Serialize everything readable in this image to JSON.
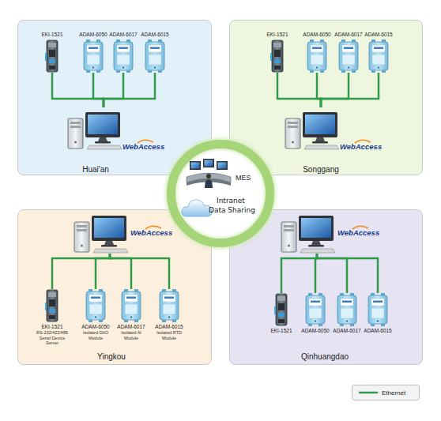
{
  "diagram": {
    "nodes": [
      {
        "text": [
          "Huai'an"
        ]
      },
      {
        "text": [
          "EKI-1521"
        ],
        "in": 0
      },
      {
        "text": [
          "ADAM-6050"
        ],
        "in": 0
      },
      {
        "text": [
          "ADAM-6017"
        ],
        "in": 0
      },
      {
        "text": [
          "ADAM-6015"
        ],
        "in": 0
      },
      {
        "text": [
          "WebAccess"
        ],
        "in": 0
      },
      {
        "text": [
          "Songgang"
        ]
      },
      {
        "text": [
          "EKI-1521"
        ],
        "in": 6
      },
      {
        "text": [
          "ADAM-6050"
        ],
        "in": 6
      },
      {
        "text": [
          "ADAM-6017"
        ],
        "in": 6
      },
      {
        "text": [
          "ADAM-6015"
        ],
        "in": 6
      },
      {
        "text": [
          "WebAccess"
        ],
        "in": 6
      },
      {
        "text": [
          "MES",
          "Intranet Data Sharing"
        ]
      },
      {
        "text": [
          "Yingkou"
        ]
      },
      {
        "text": [
          "WebAccess"
        ],
        "in": 13
      },
      {
        "text": [
          "EKI-1521",
          "RS-232/422/485 Serial Device Server"
        ],
        "in": 13
      },
      {
        "text": [
          "ADAM-6050",
          "Isolated DI/O Module"
        ],
        "in": 13
      },
      {
        "text": [
          "ADAM-6017",
          "Isolated AI Module"
        ],
        "in": 13
      },
      {
        "text": [
          "ADAM-6015",
          "Isolated RTD Module"
        ],
        "in": 13
      },
      {
        "text": [
          "Qinhuangdao"
        ]
      },
      {
        "text": [
          "WebAccess"
        ],
        "in": 19
      },
      {
        "text": [
          "EKI-1521"
        ],
        "in": 19
      },
      {
        "text": [
          "ADAM-6050"
        ],
        "in": 19
      },
      {
        "text": [
          "ADAM-6017"
        ],
        "in": 19
      },
      {
        "text": [
          "ADAM-6015"
        ],
        "in": 19
      }
    ],
    "edges": [
      {
        "from": 1,
        "to": 5,
        "arrow": "none"
      },
      {
        "from": 2,
        "to": 5,
        "arrow": "none"
      },
      {
        "from": 3,
        "to": 5,
        "arrow": "none"
      },
      {
        "from": 4,
        "to": 5,
        "arrow": "none"
      },
      {
        "from": 7,
        "to": 11,
        "arrow": "none"
      },
      {
        "from": 8,
        "to": 11,
        "arrow": "none"
      },
      {
        "from": 9,
        "to": 11,
        "arrow": "none"
      },
      {
        "from": 10,
        "to": 11,
        "arrow": "none"
      },
      {
        "from": 15,
        "to": 14,
        "arrow": "none"
      },
      {
        "from": 16,
        "to": 14,
        "arrow": "none"
      },
      {
        "from": 17,
        "to": 14,
        "arrow": "none"
      },
      {
        "from": 18,
        "to": 14,
        "arrow": "none"
      },
      {
        "from": 21,
        "to": 20,
        "arrow": "none"
      },
      {
        "from": 22,
        "to": 20,
        "arrow": "none"
      },
      {
        "from": 23,
        "to": 20,
        "arrow": "none"
      },
      {
        "from": 24,
        "to": 20,
        "arrow": "none"
      }
    ],
    "legend": [
      {
        "text": "Ethernet"
      }
    ]
  }
}
